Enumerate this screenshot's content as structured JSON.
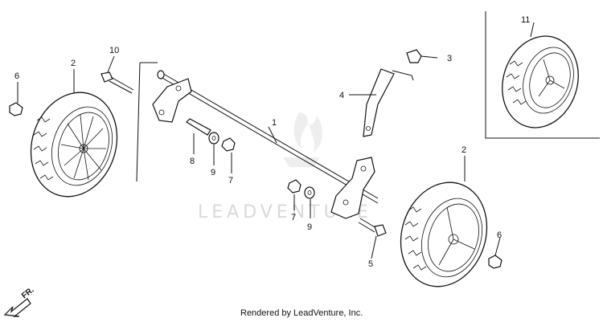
{
  "credit": "Rendered by LeadVenture, Inc.",
  "watermark": "LEADVENTURE",
  "direction_label": "FR.",
  "callouts": {
    "c1": "1",
    "c2_left": "2",
    "c2_right": "2",
    "c3": "3",
    "c4": "4",
    "c5": "5",
    "c6_left": "6",
    "c6_right": "6",
    "c7_upper": "7",
    "c7_lower": "7",
    "c8": "8",
    "c9_upper": "9",
    "c9_lower": "9",
    "c10": "10",
    "c11": "11"
  },
  "colors": {
    "ink": "#111111",
    "watermark": "#d9d9d9",
    "background": "#ffffff"
  }
}
